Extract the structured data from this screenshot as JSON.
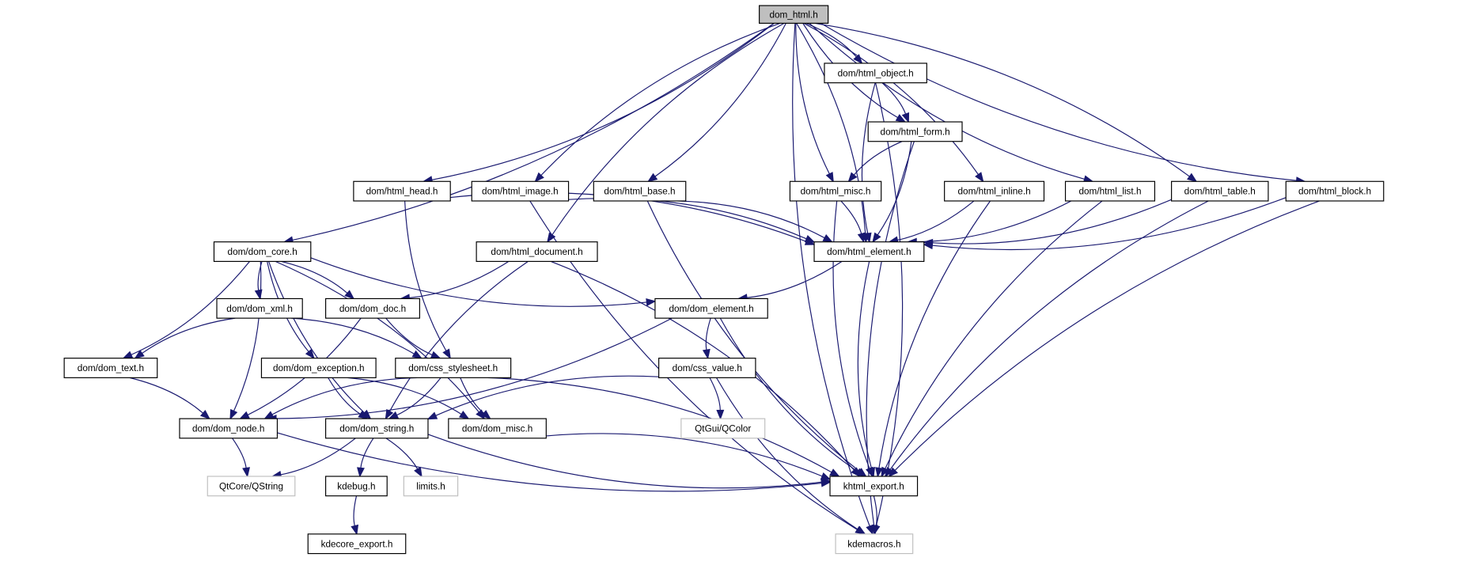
{
  "diagram": {
    "type": "include-dependency-graph",
    "root": "dom_html.h",
    "colors": {
      "edge": "#191970",
      "root_fill": "#bfbfbf",
      "node_border": "#000000",
      "external_border": "#bfbfbf"
    },
    "nodes": [
      {
        "id": "dom_html",
        "label": "dom_html.h",
        "kind": "root"
      },
      {
        "id": "html_object",
        "label": "dom/html_object.h",
        "kind": "internal"
      },
      {
        "id": "html_form",
        "label": "dom/html_form.h",
        "kind": "internal"
      },
      {
        "id": "html_head",
        "label": "dom/html_head.h",
        "kind": "internal"
      },
      {
        "id": "html_image",
        "label": "dom/html_image.h",
        "kind": "internal"
      },
      {
        "id": "html_base",
        "label": "dom/html_base.h",
        "kind": "internal"
      },
      {
        "id": "html_misc",
        "label": "dom/html_misc.h",
        "kind": "internal"
      },
      {
        "id": "html_inline",
        "label": "dom/html_inline.h",
        "kind": "internal"
      },
      {
        "id": "html_list",
        "label": "dom/html_list.h",
        "kind": "internal"
      },
      {
        "id": "html_table",
        "label": "dom/html_table.h",
        "kind": "internal"
      },
      {
        "id": "html_block",
        "label": "dom/html_block.h",
        "kind": "internal"
      },
      {
        "id": "dom_core",
        "label": "dom/dom_core.h",
        "kind": "internal"
      },
      {
        "id": "html_document",
        "label": "dom/html_document.h",
        "kind": "internal"
      },
      {
        "id": "html_element",
        "label": "dom/html_element.h",
        "kind": "internal"
      },
      {
        "id": "dom_xml",
        "label": "dom/dom_xml.h",
        "kind": "internal"
      },
      {
        "id": "dom_doc",
        "label": "dom/dom_doc.h",
        "kind": "internal"
      },
      {
        "id": "dom_element",
        "label": "dom/dom_element.h",
        "kind": "internal"
      },
      {
        "id": "dom_text",
        "label": "dom/dom_text.h",
        "kind": "internal"
      },
      {
        "id": "dom_exception",
        "label": "dom/dom_exception.h",
        "kind": "internal"
      },
      {
        "id": "css_stylesheet",
        "label": "dom/css_stylesheet.h",
        "kind": "internal"
      },
      {
        "id": "css_value",
        "label": "dom/css_value.h",
        "kind": "internal"
      },
      {
        "id": "dom_node",
        "label": "dom/dom_node.h",
        "kind": "internal"
      },
      {
        "id": "dom_string",
        "label": "dom/dom_string.h",
        "kind": "internal"
      },
      {
        "id": "dom_misc",
        "label": "dom/dom_misc.h",
        "kind": "internal"
      },
      {
        "id": "qcolor",
        "label": "QtGui/QColor",
        "kind": "external"
      },
      {
        "id": "qstring",
        "label": "QtCore/QString",
        "kind": "external"
      },
      {
        "id": "kdebug",
        "label": "kdebug.h",
        "kind": "internal"
      },
      {
        "id": "limits",
        "label": "limits.h",
        "kind": "external"
      },
      {
        "id": "khtml_export",
        "label": "khtml_export.h",
        "kind": "internal"
      },
      {
        "id": "kdecore_export",
        "label": "kdecore_export.h",
        "kind": "internal"
      },
      {
        "id": "kdemacros",
        "label": "kdemacros.h",
        "kind": "external"
      }
    ],
    "edges": [
      [
        "dom_html",
        "html_object"
      ],
      [
        "dom_html",
        "html_form"
      ],
      [
        "dom_html",
        "html_head"
      ],
      [
        "dom_html",
        "html_image"
      ],
      [
        "dom_html",
        "html_base"
      ],
      [
        "dom_html",
        "html_misc"
      ],
      [
        "dom_html",
        "html_inline"
      ],
      [
        "dom_html",
        "html_list"
      ],
      [
        "dom_html",
        "html_table"
      ],
      [
        "dom_html",
        "html_block"
      ],
      [
        "dom_html",
        "dom_core"
      ],
      [
        "dom_html",
        "html_document"
      ],
      [
        "dom_html",
        "html_element"
      ],
      [
        "dom_html",
        "kdemacros"
      ],
      [
        "html_object",
        "html_form"
      ],
      [
        "html_object",
        "html_element"
      ],
      [
        "html_object",
        "kdemacros"
      ],
      [
        "html_form",
        "html_misc"
      ],
      [
        "html_form",
        "html_element"
      ],
      [
        "html_form",
        "kdemacros"
      ],
      [
        "html_head",
        "html_element"
      ],
      [
        "html_head",
        "css_stylesheet"
      ],
      [
        "html_image",
        "html_element"
      ],
      [
        "html_image",
        "kdemacros"
      ],
      [
        "html_base",
        "html_element"
      ],
      [
        "html_base",
        "khtml_export"
      ],
      [
        "html_misc",
        "html_element"
      ],
      [
        "html_misc",
        "khtml_export"
      ],
      [
        "html_inline",
        "html_element"
      ],
      [
        "html_inline",
        "khtml_export"
      ],
      [
        "html_list",
        "html_element"
      ],
      [
        "html_list",
        "khtml_export"
      ],
      [
        "html_table",
        "html_element"
      ],
      [
        "html_table",
        "khtml_export"
      ],
      [
        "html_block",
        "html_element"
      ],
      [
        "html_block",
        "khtml_export"
      ],
      [
        "html_element",
        "dom_element"
      ],
      [
        "html_element",
        "khtml_export"
      ],
      [
        "html_document",
        "dom_doc"
      ],
      [
        "html_document",
        "dom_string"
      ],
      [
        "html_document",
        "khtml_export"
      ],
      [
        "dom_core",
        "dom_xml"
      ],
      [
        "dom_core",
        "dom_doc"
      ],
      [
        "dom_core",
        "dom_element"
      ],
      [
        "dom_core",
        "dom_text"
      ],
      [
        "dom_core",
        "dom_exception"
      ],
      [
        "dom_core",
        "dom_node"
      ],
      [
        "dom_core",
        "dom_string"
      ],
      [
        "dom_core",
        "dom_misc"
      ],
      [
        "dom_xml",
        "dom_text"
      ],
      [
        "dom_xml",
        "css_stylesheet"
      ],
      [
        "dom_doc",
        "css_stylesheet"
      ],
      [
        "dom_doc",
        "dom_node"
      ],
      [
        "dom_element",
        "css_value"
      ],
      [
        "dom_element",
        "dom_node"
      ],
      [
        "dom_element",
        "khtml_export"
      ],
      [
        "dom_text",
        "dom_node"
      ],
      [
        "dom_exception",
        "dom_string"
      ],
      [
        "dom_exception",
        "dom_misc"
      ],
      [
        "css_stylesheet",
        "dom_node"
      ],
      [
        "css_stylesheet",
        "dom_string"
      ],
      [
        "css_stylesheet",
        "dom_misc"
      ],
      [
        "css_stylesheet",
        "khtml_export"
      ],
      [
        "css_value",
        "dom_string"
      ],
      [
        "css_value",
        "qcolor"
      ],
      [
        "css_value",
        "kdemacros"
      ],
      [
        "dom_node",
        "qstring"
      ],
      [
        "dom_node",
        "khtml_export"
      ],
      [
        "dom_string",
        "qstring"
      ],
      [
        "dom_string",
        "kdebug"
      ],
      [
        "dom_string",
        "limits"
      ],
      [
        "dom_string",
        "khtml_export"
      ],
      [
        "dom_misc",
        "khtml_export"
      ],
      [
        "kdebug",
        "kdecore_export"
      ],
      [
        "khtml_export",
        "kdemacros"
      ]
    ]
  }
}
